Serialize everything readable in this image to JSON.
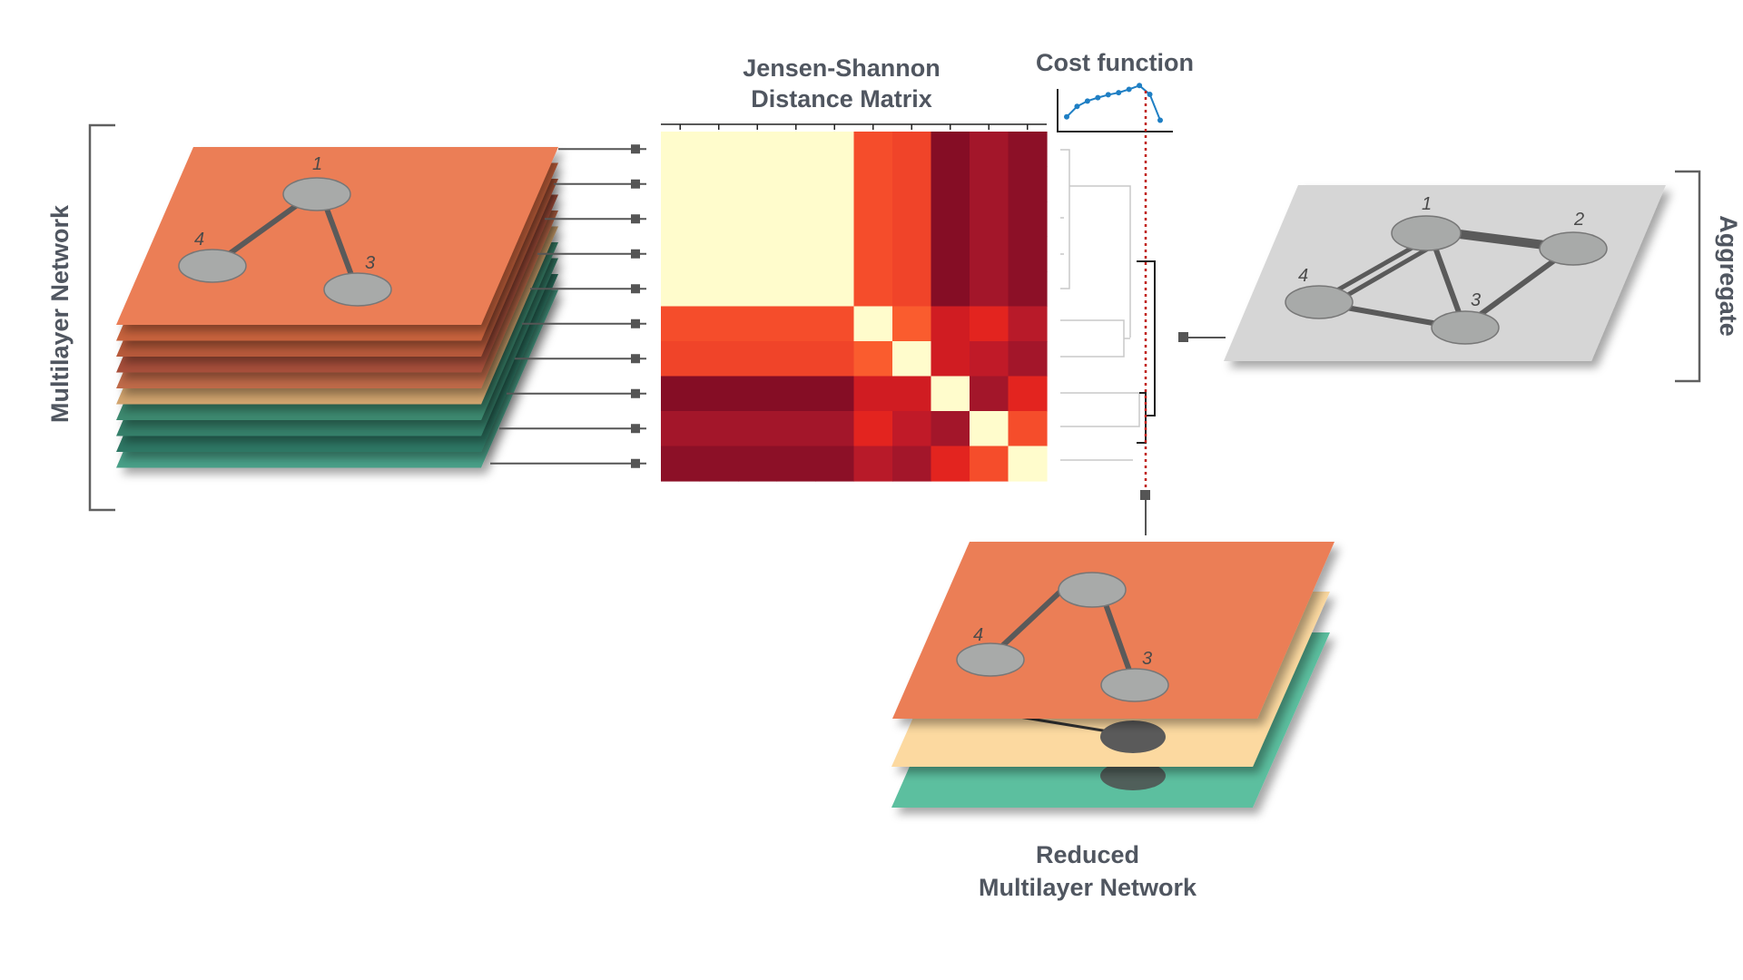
{
  "labels": {
    "multilayer": "Multilayer Network",
    "jsd_title_1": "Jensen-Shannon",
    "jsd_title_2": "Distance Matrix",
    "cost": "Cost function",
    "aggregate": "Aggregate",
    "reduced_1": "Reduced",
    "reduced_2": "Multilayer Network"
  },
  "layer_colors": [
    "#eb7e56",
    "#c8633e",
    "#b85a3a",
    "#a8503a",
    "#c06a48",
    "#d2a46e",
    "#3d8a70",
    "#36806a",
    "#2f7865",
    "#4aa088"
  ],
  "node_labels": {
    "n1": "1",
    "n2": "2",
    "n3": "3",
    "n4": "4"
  },
  "matrix": {
    "size": 10,
    "colors": [
      [
        "#fffccc",
        "#fffccc",
        "#fffccc",
        "#fffccc",
        "#fffccc",
        "#f54d2b",
        "#f04429",
        "#850d25",
        "#a3162a",
        "#8c1027"
      ],
      [
        "#fffccc",
        "#fffccc",
        "#fffccc",
        "#fffccc",
        "#fffccc",
        "#f54d2b",
        "#f04429",
        "#850d25",
        "#a3162a",
        "#8c1027"
      ],
      [
        "#fffccc",
        "#fffccc",
        "#fffccc",
        "#fffccc",
        "#fffccc",
        "#f54d2b",
        "#f04429",
        "#850d25",
        "#a3162a",
        "#8c1027"
      ],
      [
        "#fffccc",
        "#fffccc",
        "#fffccc",
        "#fffccc",
        "#fffccc",
        "#f54d2b",
        "#f04429",
        "#850d25",
        "#a3162a",
        "#8c1027"
      ],
      [
        "#fffccc",
        "#fffccc",
        "#fffccc",
        "#fffccc",
        "#fffccc",
        "#f54d2b",
        "#f04429",
        "#850d25",
        "#a3162a",
        "#8c1027"
      ],
      [
        "#f54d2b",
        "#f54d2b",
        "#f54d2b",
        "#f54d2b",
        "#f54d2b",
        "#fffccc",
        "#fa5c2e",
        "#d01c22",
        "#e3241f",
        "#b81a29"
      ],
      [
        "#f04429",
        "#f04429",
        "#f04429",
        "#f04429",
        "#f04429",
        "#fa5c2e",
        "#fffccc",
        "#d01c22",
        "#c01a28",
        "#a3162a"
      ],
      [
        "#850d25",
        "#850d25",
        "#850d25",
        "#850d25",
        "#850d25",
        "#d01c22",
        "#d01c22",
        "#fffccc",
        "#a3162a",
        "#e3241f"
      ],
      [
        "#a3162a",
        "#a3162a",
        "#a3162a",
        "#a3162a",
        "#a3162a",
        "#e3241f",
        "#c01a28",
        "#a3162a",
        "#fffccc",
        "#f54d2b"
      ],
      [
        "#8c1027",
        "#8c1027",
        "#8c1027",
        "#8c1027",
        "#8c1027",
        "#b81a29",
        "#a3162a",
        "#e3241f",
        "#f54d2b",
        "#fffccc"
      ]
    ]
  },
  "cost_curve": [
    0.2,
    0.45,
    0.58,
    0.66,
    0.73,
    0.78,
    0.86,
    0.95,
    0.74,
    0.12
  ],
  "colors": {
    "cut_line": "#c0201a",
    "connector": "#555555",
    "dendrogram": "#c8c8c8",
    "dendrogram_dark": "#222222",
    "cost_line": "#1f7fc4",
    "aggregate_plane": "#d6d6d6",
    "node_fill": "#a8aaa9"
  }
}
